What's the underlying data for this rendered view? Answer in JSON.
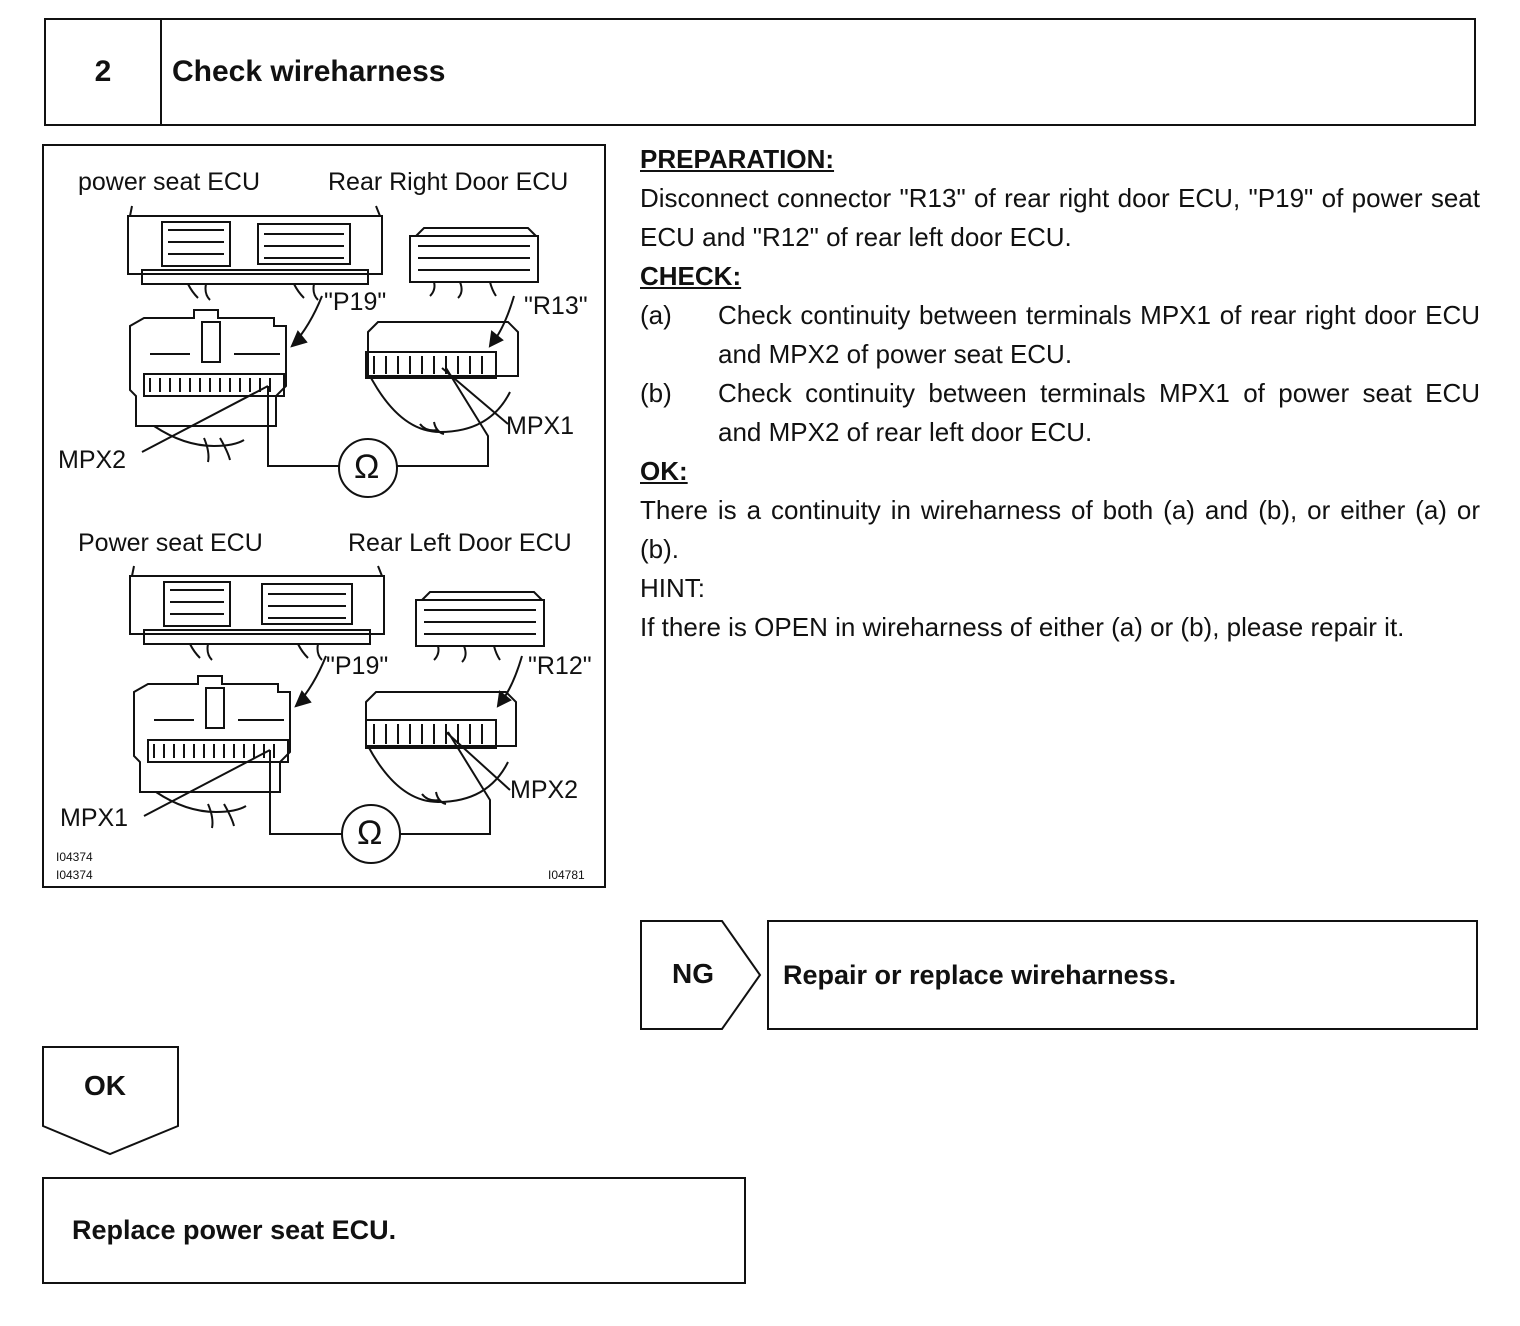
{
  "step": {
    "number": "2",
    "title": "Check wireharness"
  },
  "figure": {
    "top": {
      "left_ecu": "power seat ECU",
      "right_ecu": "Rear Right Door ECU",
      "connector_left": "\"P19\"",
      "connector_right": "\"R13\"",
      "terminal_left": "MPX2",
      "terminal_right": "MPX1"
    },
    "bottom": {
      "left_ecu": "Power seat ECU",
      "right_ecu": "Rear Left Door ECU",
      "connector_left": "\"P19\"",
      "connector_right": "\"R12\"",
      "terminal_left": "MPX1",
      "terminal_right": "MPX2"
    },
    "ohm_symbol": "Ω",
    "codes": {
      "left_1": "I04374",
      "left_2": "I04374",
      "right": "I04781"
    }
  },
  "preparation": {
    "heading": "PREPARATION:",
    "text": "Disconnect connector \"R13\" of rear right door ECU, \"P19\" of power seat ECU and \"R12\" of rear left door ECU."
  },
  "check": {
    "heading": "CHECK:",
    "items": [
      {
        "label": "(a)",
        "text": "Check continuity between terminals MPX1 of rear right door ECU and MPX2 of power seat ECU."
      },
      {
        "label": "(b)",
        "text": "Check continuity between terminals MPX1 of power seat ECU and MPX2 of rear left door ECU."
      }
    ]
  },
  "ok": {
    "heading": "OK:",
    "text": "There is a continuity in wireharness of both (a) and (b), or either (a) or (b)."
  },
  "hint": {
    "heading": "HINT:",
    "text": "If there is OPEN in wireharness of either (a) or (b), please repair it."
  },
  "ng_branch": {
    "tag": "NG",
    "action": "Repair or replace wireharness."
  },
  "ok_branch": {
    "tag": "OK",
    "action": "Replace power seat ECU."
  }
}
